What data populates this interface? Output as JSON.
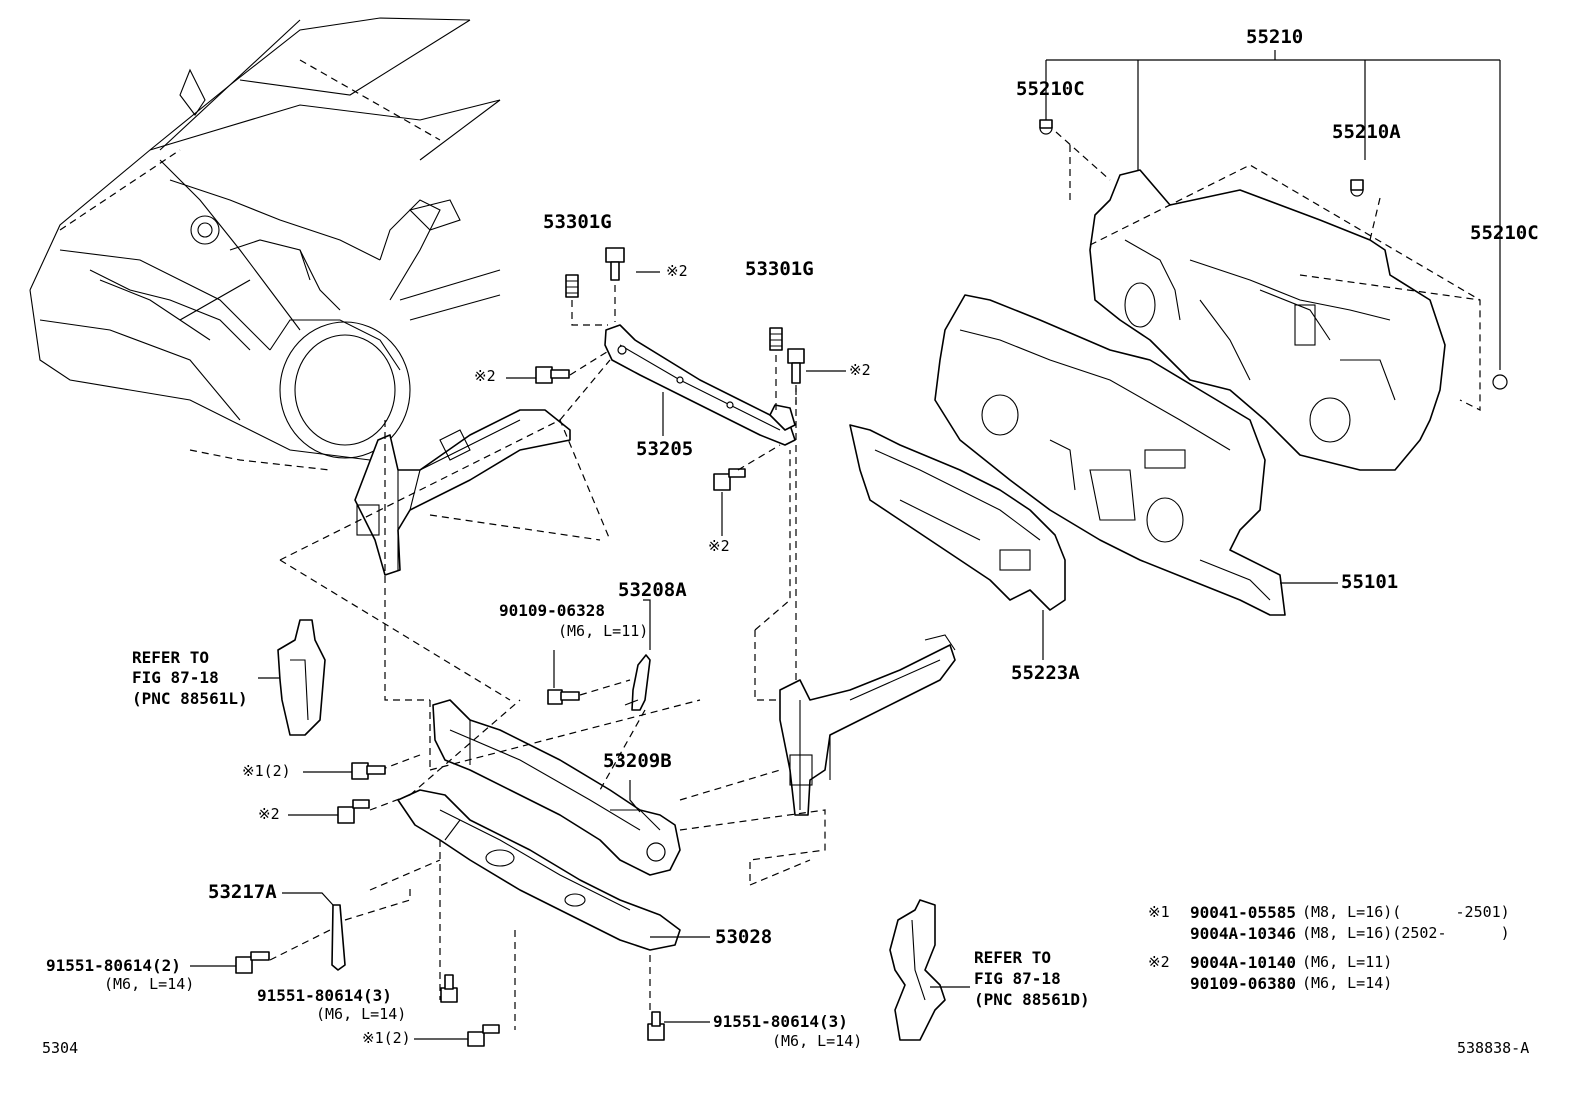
{
  "labels": {
    "p55210": "55210",
    "p55210C_a": "55210C",
    "p55210A": "55210A",
    "p55210C_b": "55210C",
    "p53301G_a": "53301G",
    "p53301G_b": "53301G",
    "star2_a": "※2",
    "star2_b": "※2",
    "star2_c": "※2",
    "star2_d": "※2",
    "p53205": "53205",
    "p55101": "55101",
    "p55223A": "55223A",
    "p53208A": "53208A",
    "p90109_06328": "90109-06328",
    "p90109_06328_spec": "(M6, L=11)",
    "refer_l_1": "REFER TO",
    "refer_l_2": "FIG 87-18",
    "refer_l_3": "(PNC 88561L)",
    "star1_2_a": "※1(2)",
    "star2_e": "※2",
    "p53209B": "53209B",
    "p53217A": "53217A",
    "p53028": "53028",
    "p91551_2": "91551-80614(2)",
    "p91551_2_spec": "(M6, L=14)",
    "p91551_3a": "91551-80614(3)",
    "p91551_3a_spec": "(M6, L=14)",
    "star1_2_b": "※1(2)",
    "p91551_3b": "91551-80614(3)",
    "p91551_3b_spec": "(M6, L=14)",
    "refer_r_1": "REFER TO",
    "refer_r_2": "FIG 87-18",
    "refer_r_3": "(PNC 88561D)",
    "fig_code": "5304",
    "illus_code": "538838-A"
  },
  "notes": [
    {
      "mark": "※1",
      "part": "90041-05585",
      "spec": "(M8, L=16)(      -2501)"
    },
    {
      "mark": "",
      "part": "9004A-10346",
      "spec": "(M8, L=16)(2502-      )"
    },
    {
      "mark": "※2",
      "part": "9004A-10140",
      "spec": "(M6, L=11)"
    },
    {
      "mark": "",
      "part": "90109-06380",
      "spec": "(M6, L=14)"
    }
  ]
}
